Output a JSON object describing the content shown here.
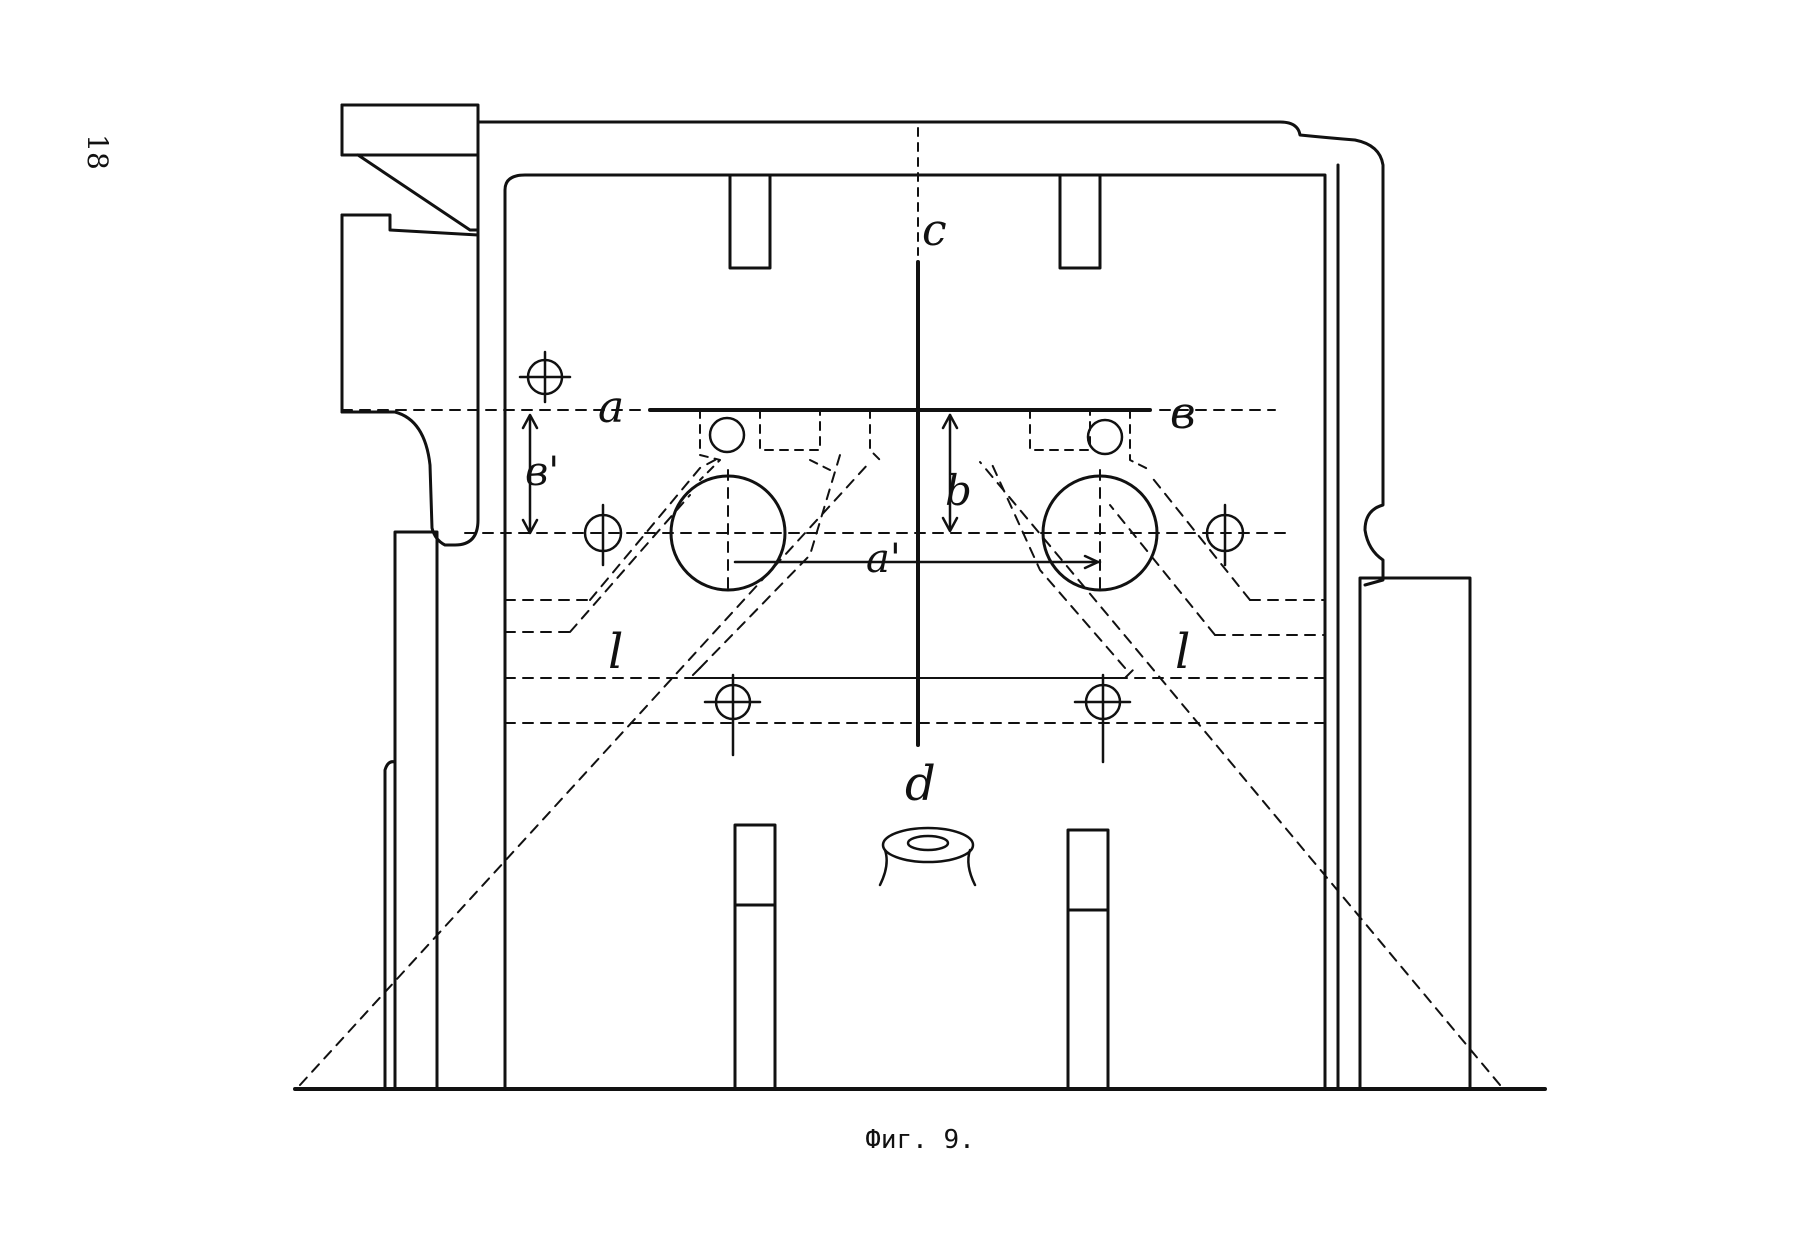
{
  "page_number": "18",
  "figure_caption": "Фиг. 9.",
  "labels": {
    "a": "a",
    "b_top": "в",
    "c": "c",
    "d": "d",
    "b_dim": "b",
    "b_prime": "в'",
    "a_prime": "a'",
    "l_left": "l",
    "l_right": "l"
  }
}
